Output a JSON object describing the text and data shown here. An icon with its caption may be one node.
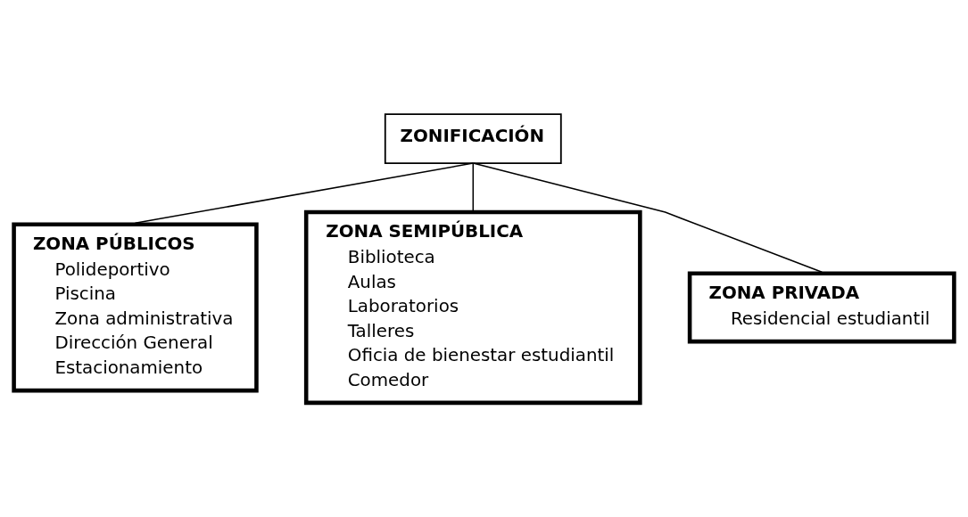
{
  "diagram": {
    "nodes": [
      {
        "text": [
          "ZONIFICACIÓN"
        ]
      },
      {
        "text": [
          "ZONA PÚBLICOS",
          "Polideportivo",
          "Piscina",
          "Zona administrativa",
          "Dirección General",
          "Estacionamiento"
        ]
      },
      {
        "text": [
          "ZONA SEMIPÚBLICA",
          "Biblioteca",
          "Aulas",
          "Laboratorios",
          "Talleres",
          "Oficia de bienestar estudiantil",
          "Comedor"
        ]
      },
      {
        "text": [
          "ZONA PRIVADA",
          "Residencial estudiantil"
        ]
      }
    ],
    "edges": [
      {
        "from": 0,
        "to": 1,
        "arrow": "none"
      },
      {
        "from": 0,
        "to": 2,
        "arrow": "none"
      },
      {
        "from": 0,
        "to": 3,
        "arrow": "none"
      }
    ]
  }
}
